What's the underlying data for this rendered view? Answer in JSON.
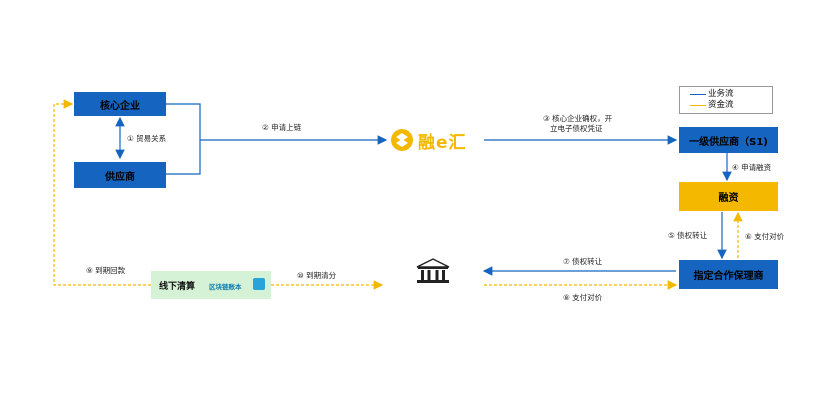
{
  "nodes": {
    "core": "核心企业",
    "supplier": "供应商",
    "tier1": "一级供应商（S1)",
    "finance": "融资",
    "factor": "指定合作保理商"
  },
  "offline": {
    "title": "线下清算",
    "sub": "区块链账本"
  },
  "logo": {
    "text": "融e汇"
  },
  "legend": {
    "business": "业务流",
    "funds": "资金流"
  },
  "labels": {
    "trade": "① 贸易关系",
    "apply_chain": "②  申请上链",
    "confirm_l1": "③ 核心企业确权，开",
    "confirm_l2": "立电子债权凭证",
    "apply_finance": "④  申请融资",
    "transfer5": "⑤  债权转让",
    "pay6": "⑥ 支付对价",
    "transfer7": "⑦  债权转让",
    "pay8": "⑧ 支付对价",
    "repay9": "⑨ 到期回款",
    "settle10": "⑩  到期清分"
  },
  "colors": {
    "business": "#1565c0",
    "funds": "#f5b800"
  }
}
